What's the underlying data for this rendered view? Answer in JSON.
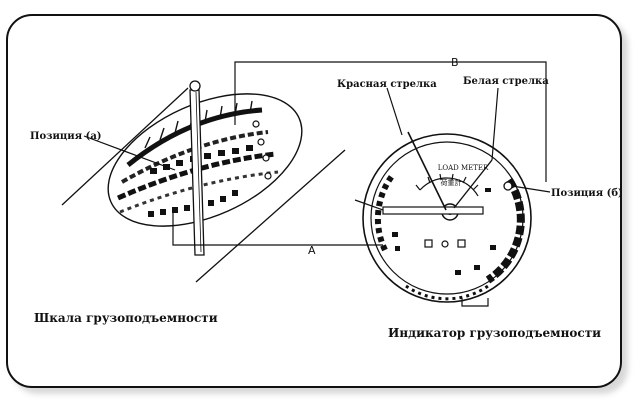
{
  "labels": {
    "position_a": "Позиция (а)",
    "position_b": "Позиция (б)",
    "red_needle": "Красная стрелка",
    "white_needle": "Белая стрелка",
    "marker_a": "A",
    "marker_b": "B",
    "scale_caption": "Шкала грузоподъемности",
    "indicator_caption": "Индикатор грузоподъемности",
    "dial_title": "LOAD METER",
    "dial_subtitle": "荷重計"
  }
}
